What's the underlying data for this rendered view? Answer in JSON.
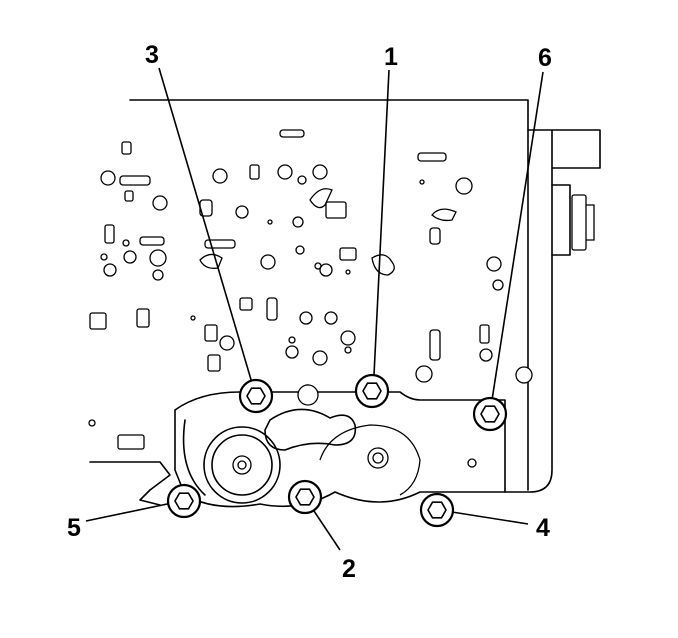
{
  "callouts": [
    {
      "id": "3",
      "label": "3"
    },
    {
      "id": "1",
      "label": "1"
    },
    {
      "id": "6",
      "label": "6"
    },
    {
      "id": "5",
      "label": "5"
    },
    {
      "id": "2",
      "label": "2"
    },
    {
      "id": "4",
      "label": "4"
    }
  ]
}
